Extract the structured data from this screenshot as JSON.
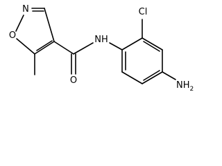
{
  "molecule": {
    "atoms": {
      "ring_n": "N",
      "ring_o": "O",
      "amide_nh": "NH",
      "carbonyl_o": "O",
      "chloro": "Cl",
      "amine": "NH",
      "amine_subscript": "2"
    }
  }
}
